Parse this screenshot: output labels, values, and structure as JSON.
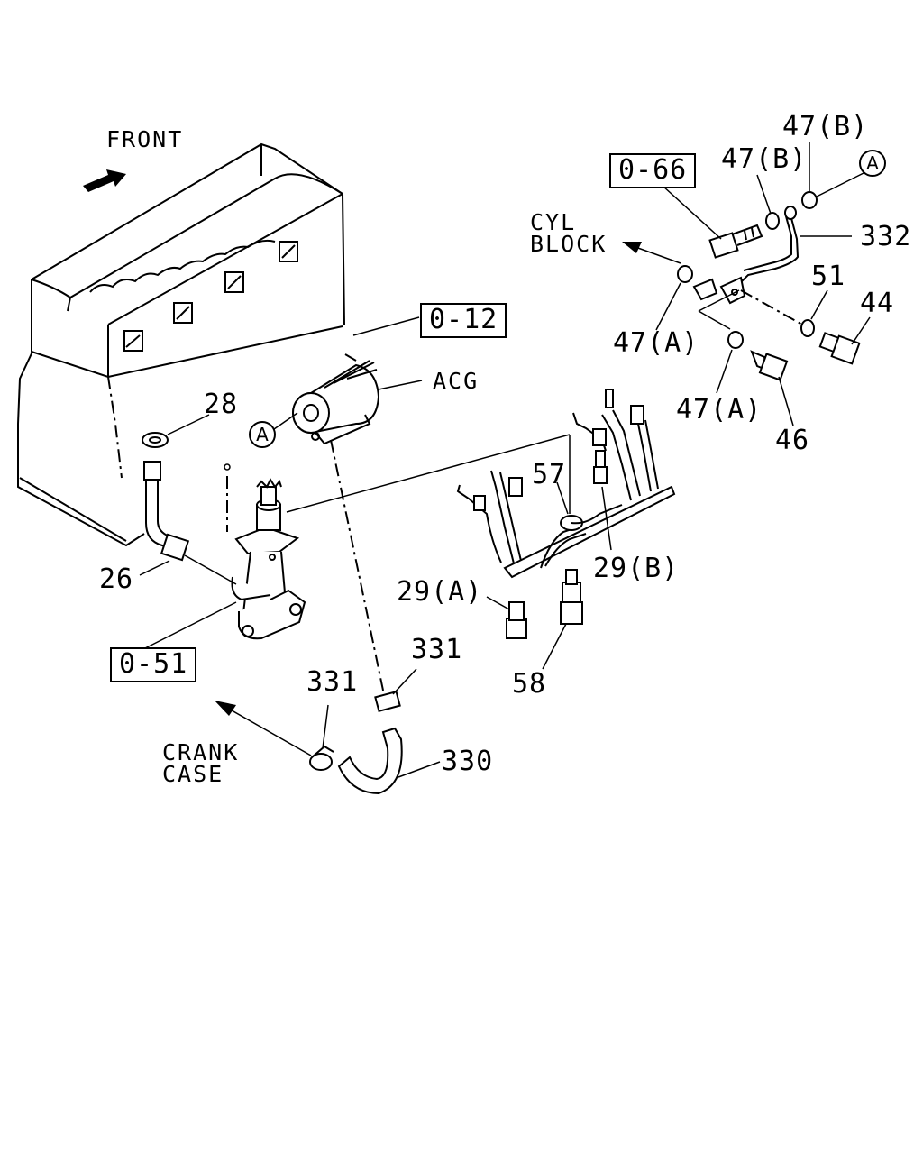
{
  "labels": {
    "front": "FRONT",
    "ref_0_66": "0-66",
    "ref_0_12": "0-12",
    "ref_0_51": "0-51",
    "cyl": "CYL",
    "block": "BLOCK",
    "acg": "ACG",
    "crank": "CRANK",
    "case": "CASE",
    "p47b_top": "47(B)",
    "p47b": "47(B)",
    "p332": "332",
    "p51": "51",
    "p44": "44",
    "p47a_left": "47(A)",
    "p47a_right": "47(A)",
    "p46": "46",
    "p28": "28",
    "p26": "26",
    "p57": "57",
    "p29b": "29(B)",
    "p29a": "29(A)",
    "p58": "58",
    "p331_right": "331",
    "p331_left": "331",
    "p330": "330",
    "callout_a_top": "A",
    "callout_a_acg": "A"
  }
}
